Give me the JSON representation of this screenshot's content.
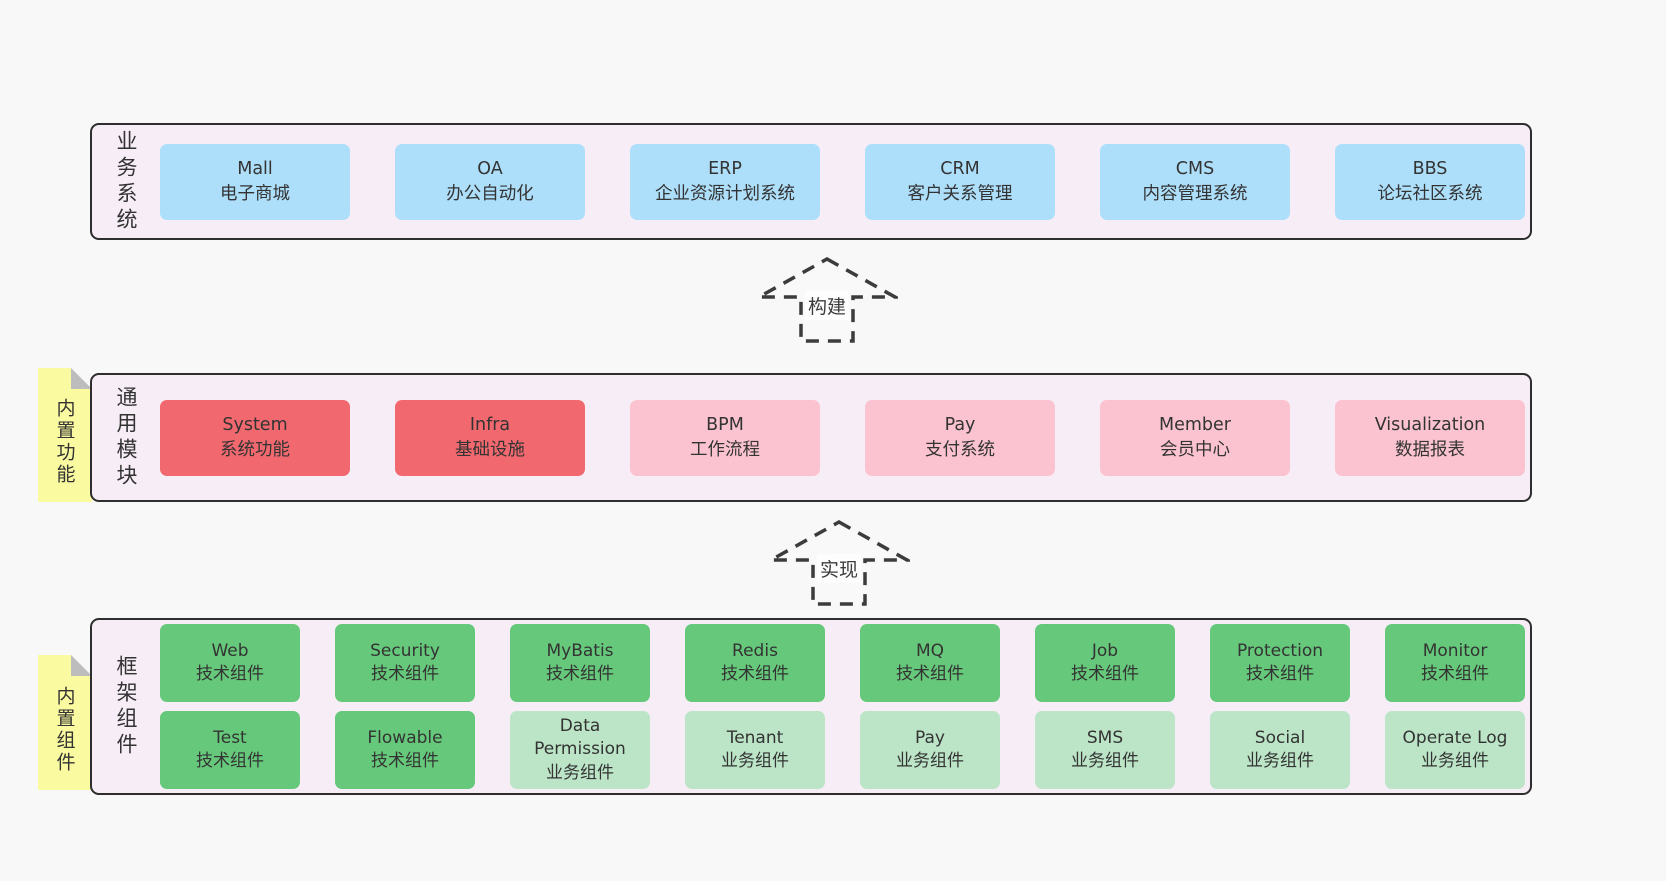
{
  "colors": {
    "page_background": "#f8f8f8",
    "container_background": "#f7edf6",
    "container_border": "#2e2e2e",
    "blue_box": "#aedffa",
    "red_box": "#f1696f",
    "pink_box": "#fac3cf",
    "green_box": "#66c87a",
    "light_green_box": "#bce5c7",
    "note_yellow": "#fafaa0",
    "note_fold_gray": "#bdbdbd",
    "text": "#333333",
    "arrow_stroke": "#3c3c3c"
  },
  "arrows": [
    {
      "label": "构建"
    },
    {
      "label": "实现"
    }
  ],
  "layers": [
    {
      "side_label": "业务系统",
      "rows": [
        [
          {
            "en": "Mall",
            "zh": "电子商城"
          },
          {
            "en": "OA",
            "zh": "办公自动化"
          },
          {
            "en": "ERP",
            "zh": "企业资源计划系统"
          },
          {
            "en": "CRM",
            "zh": "客户关系管理"
          },
          {
            "en": "CMS",
            "zh": "内容管理系统"
          },
          {
            "en": "BBS",
            "zh": "论坛社区系统"
          }
        ]
      ]
    },
    {
      "side_label": "通用模块",
      "note": "内置功能",
      "rows": [
        [
          {
            "en": "System",
            "zh": "系统功能"
          },
          {
            "en": "Infra",
            "zh": "基础设施"
          },
          {
            "en": "BPM",
            "zh": "工作流程"
          },
          {
            "en": "Pay",
            "zh": "支付系统"
          },
          {
            "en": "Member",
            "zh": "会员中心"
          },
          {
            "en": "Visualization",
            "zh": "数据报表"
          }
        ]
      ]
    },
    {
      "side_label": "框架组件",
      "note": "内置组件",
      "rows": [
        [
          {
            "en": "Web",
            "zh": "技术组件"
          },
          {
            "en": "Security",
            "zh": "技术组件"
          },
          {
            "en": "MyBatis",
            "zh": "技术组件"
          },
          {
            "en": "Redis",
            "zh": "技术组件"
          },
          {
            "en": "MQ",
            "zh": "技术组件"
          },
          {
            "en": "Job",
            "zh": "技术组件"
          },
          {
            "en": "Protection",
            "zh": "技术组件"
          },
          {
            "en": "Monitor",
            "zh": "技术组件"
          }
        ],
        [
          {
            "en": "Test",
            "zh": "技术组件"
          },
          {
            "en": "Flowable",
            "zh": "技术组件"
          },
          {
            "en": "Data Permission",
            "zh": "业务组件"
          },
          {
            "en": "Tenant",
            "zh": "业务组件"
          },
          {
            "en": "Pay",
            "zh": "业务组件"
          },
          {
            "en": "SMS",
            "zh": "业务组件"
          },
          {
            "en": "Social",
            "zh": "业务组件"
          },
          {
            "en": "Operate Log",
            "zh": "业务组件"
          }
        ]
      ]
    }
  ]
}
